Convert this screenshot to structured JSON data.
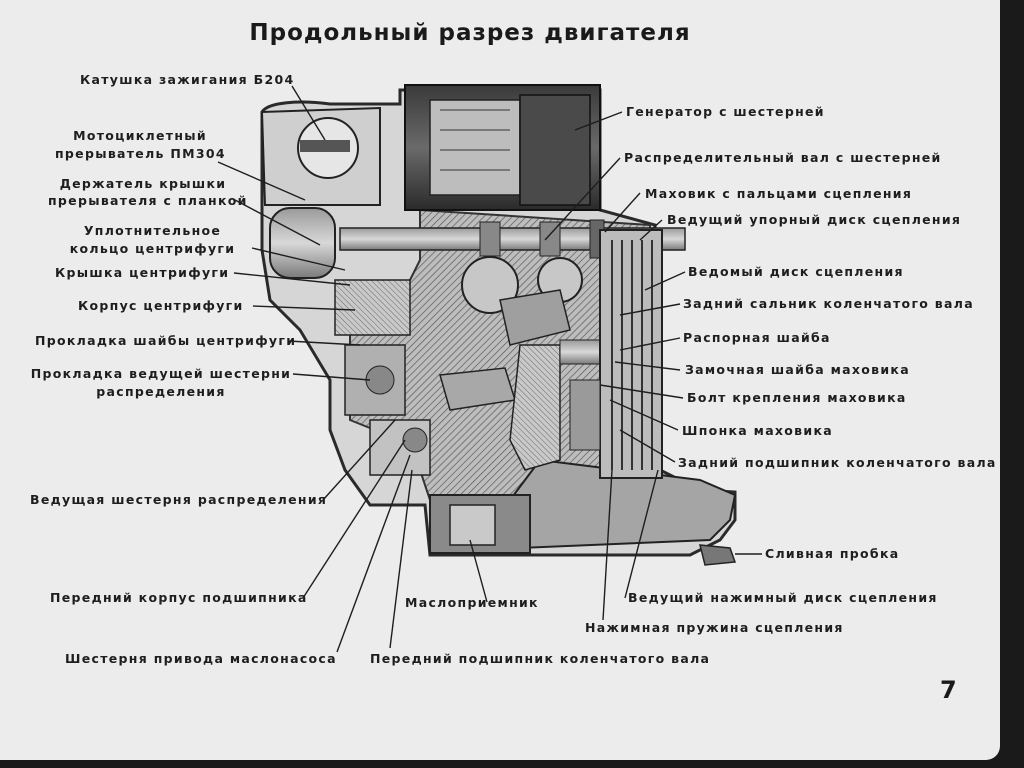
{
  "title": "Продольный разрез двигателя",
  "page_number": "7",
  "labels": {
    "ignition_coil": "Катушка зажигания Б204",
    "breaker_line1": "Мотоциклетный",
    "breaker_line2": "прерыватель ПМ304",
    "cover_holder_line1": "Держатель крышки",
    "cover_holder_line2": "прерывателя с планкой",
    "seal_ring_line1": "Уплотнительное",
    "seal_ring_line2": "кольцо центрифуги",
    "centrifuge_cover": "Крышка центрифуги",
    "centrifuge_body": "Корпус центрифуги",
    "centrifuge_washer_gasket": "Прокладка шайбы центрифуги",
    "timing_gear_gasket_line1": "Прокладка ведущей шестерни",
    "timing_gear_gasket_line2": "распределения",
    "timing_drive_gear": "Ведущая шестерня распределения",
    "front_bearing_housing": "Передний корпус подшипника",
    "oil_pump_gear": "Шестерня привода маслонасоса",
    "oil_intake": "Маслоприемник",
    "front_crank_bearing": "Передний подшипник коленчатого вала",
    "generator": "Генератор с шестерней",
    "camshaft": "Распределительный вал с шестерней",
    "flywheel": "Маховик с пальцами сцепления",
    "clutch_thrust_disc": "Ведущий упорный диск сцепления",
    "clutch_driven_disc": "Ведомый диск сцепления",
    "rear_crank_seal": "Задний сальник коленчатого вала",
    "spacer_washer": "Распорная шайба",
    "flywheel_lock_washer": "Замочная шайба маховика",
    "flywheel_bolt": "Болт крепления маховика",
    "flywheel_key": "Шпонка маховика",
    "rear_crank_bearing": "Задний подшипник коленчатого вала",
    "drain_plug": "Сливная пробка",
    "clutch_pressure_disc": "Ведущий нажимный диск сцепления",
    "clutch_spring": "Нажимная пружина сцепления"
  }
}
